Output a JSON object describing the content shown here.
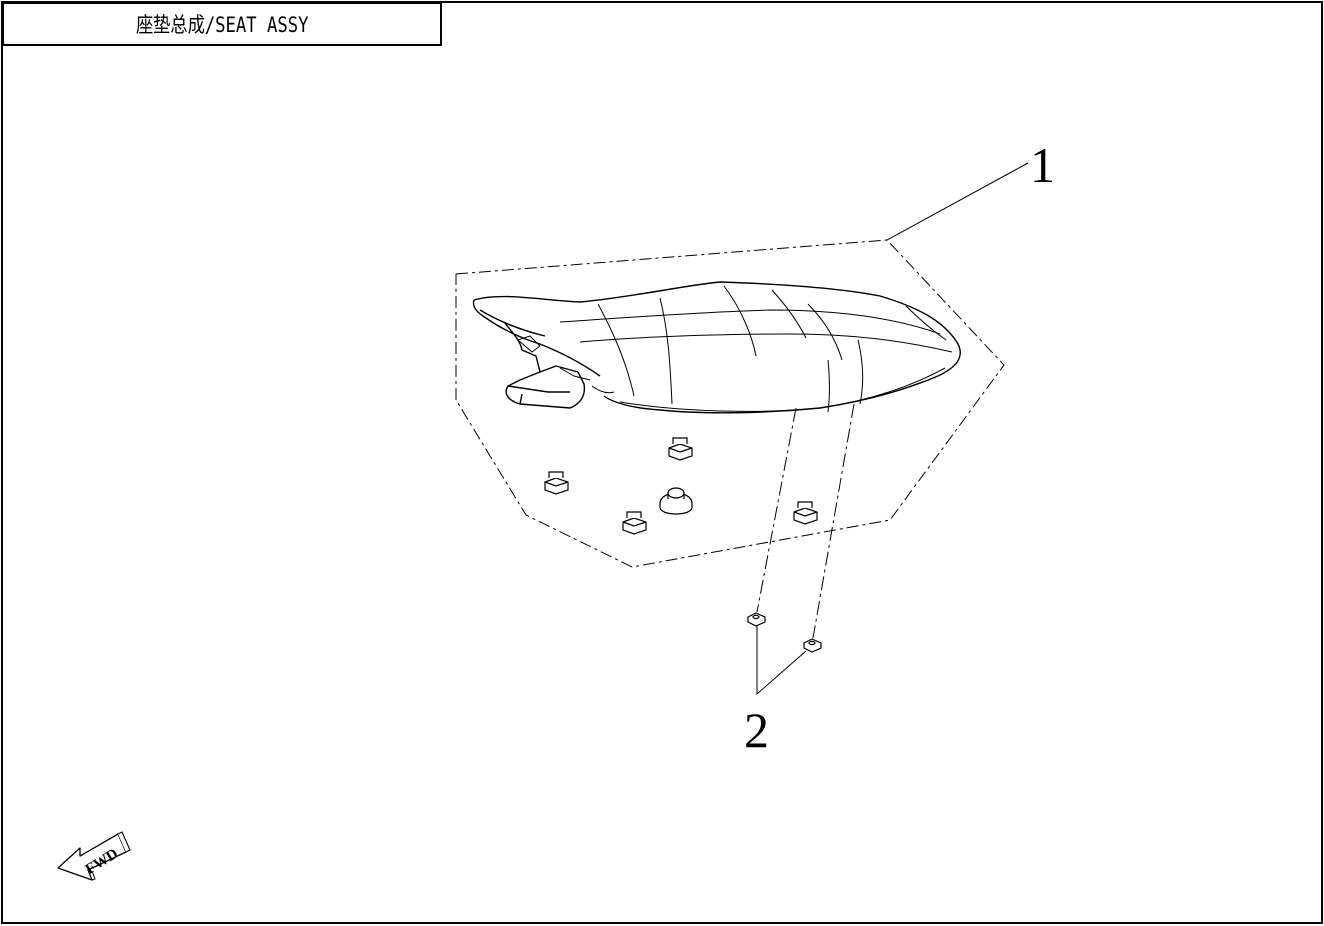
{
  "header": {
    "title": "座垫总成/SEAT ASSY"
  },
  "callouts": {
    "seat": "1",
    "nuts": "2"
  },
  "direction_indicator": {
    "label": "FWD"
  },
  "colors": {
    "line": "#000000",
    "background": "#ffffff"
  }
}
